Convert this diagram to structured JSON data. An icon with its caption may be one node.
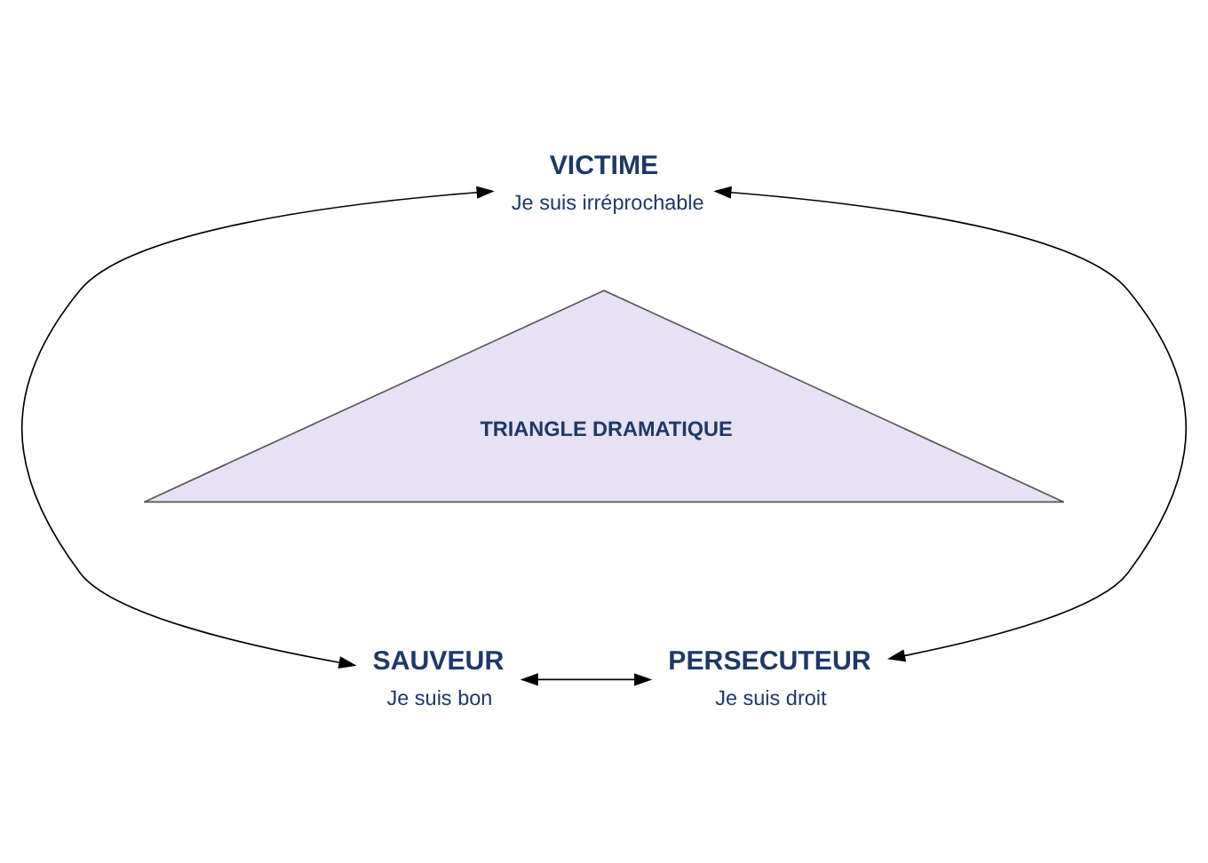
{
  "diagram": {
    "nodes": [
      {
        "text": [
          "VICTIME",
          "Je suis irréprochable"
        ]
      },
      {
        "text": [
          "TRIANGLE DRAMATIQUE"
        ]
      },
      {
        "text": [
          "SAUVEUR",
          "Je suis bon"
        ]
      },
      {
        "text": [
          "PERSECUTEUR",
          "Je suis droit"
        ]
      }
    ],
    "edges": [
      {
        "from": 0,
        "to": 2,
        "arrow": "both"
      },
      {
        "from": 0,
        "to": 3,
        "arrow": "both"
      },
      {
        "from": 2,
        "to": 3,
        "arrow": "both"
      }
    ]
  }
}
